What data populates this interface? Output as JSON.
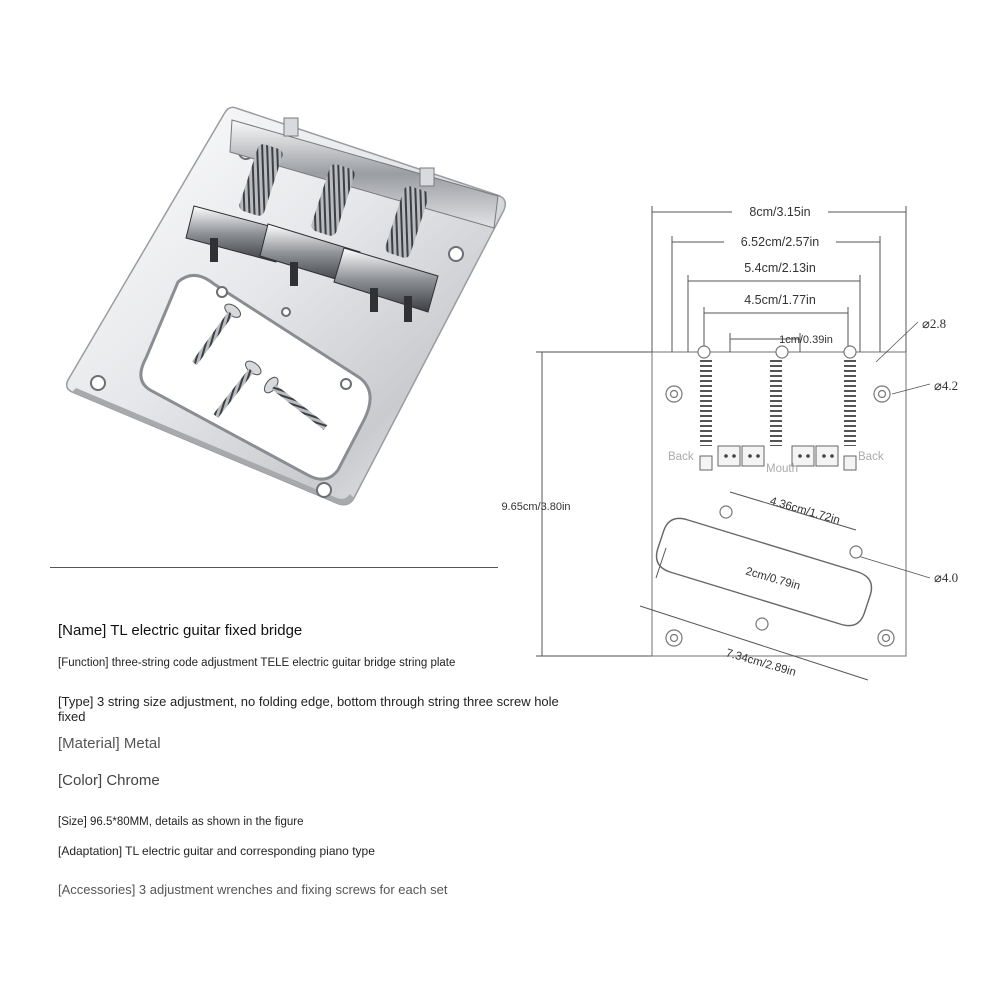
{
  "diagram": {
    "dimensions": {
      "overall_width": "8cm/3.15in",
      "string_span_outer": "6.52cm/2.57in",
      "span_middle": "5.4cm/2.13in",
      "span_inner": "4.5cm/1.77in",
      "string_spacing": "1cm/0.39in",
      "height": "9.65cm/3.80in",
      "pickup_hole_spacing": "4.36cm/1.72in",
      "pickup_width": "2cm/0.79in",
      "pickup_length": "7.34cm/2.89in"
    },
    "holes": {
      "small": "⌀2.8",
      "mounting": "⌀4.2",
      "pickup": "⌀4.0"
    },
    "labels": {
      "back_left": "Back",
      "mouth": "Mouth",
      "back_right": "Back"
    }
  },
  "specs": {
    "name": "[Name] TL electric guitar fixed bridge",
    "function": "[Function] three-string code adjustment TELE electric guitar bridge string plate",
    "type": "[Type] 3 string size adjustment, no folding edge, bottom through string three screw hole fixed",
    "material": "[Material] Metal",
    "color": "[Color] Chrome",
    "size": "[Size] 96.5*80MM, details as shown in the figure",
    "adaptation": "[Adaptation] TL electric guitar and corresponding piano type",
    "accessories": "[Accessories] 3 adjustment wrenches and fixing screws for each set"
  },
  "colors": {
    "chrome_light": "#f1f2f4",
    "chrome_dark": "#8a8d92",
    "line": "#666666"
  }
}
